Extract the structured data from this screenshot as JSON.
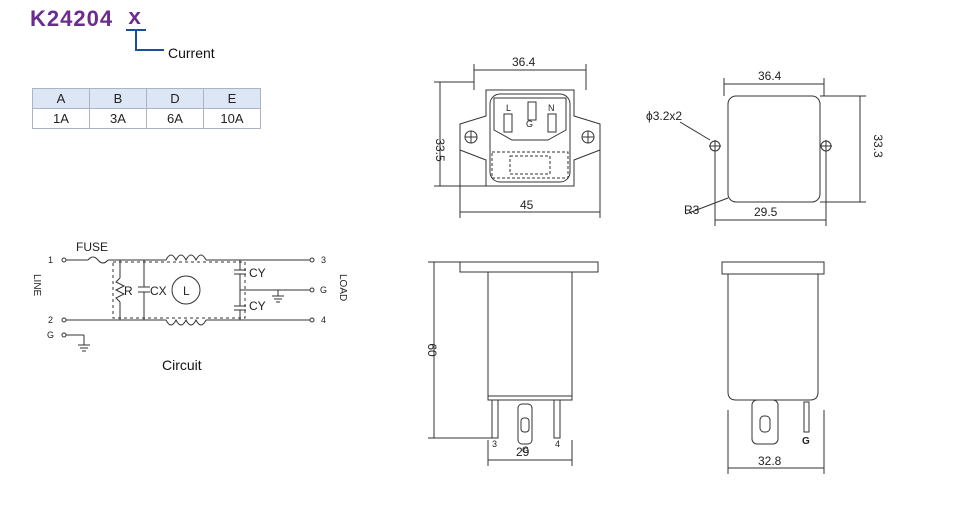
{
  "part_number": {
    "code": "K24204",
    "suffix": "x",
    "suffix_label": "Current"
  },
  "current_table": {
    "codes": [
      "A",
      "B",
      "D",
      "E"
    ],
    "ratings": [
      "1A",
      "3A",
      "6A",
      "10A"
    ]
  },
  "circuit": {
    "caption": "Circuit",
    "fuse": "FUSE",
    "resistor": "R",
    "cap_x": "CX",
    "inductor": "L",
    "cap_y1": "CY",
    "cap_y2": "CY",
    "line_side": "LINE",
    "load_side": "LOAD",
    "terminals_left": [
      "1",
      "2",
      "G"
    ],
    "terminals_right": [
      "3",
      "G",
      "4"
    ]
  },
  "front_view": {
    "width_top": "36.4",
    "height": "33.5",
    "width_flange": "45",
    "socket_labels": [
      "L",
      "G",
      "N"
    ]
  },
  "back_view": {
    "width": "36.4",
    "height": "33.3",
    "hole": "ϕ3.2x2",
    "radius": "R3",
    "hole_spacing": "29.5"
  },
  "side_view": {
    "length": "60",
    "pin_spacing": "29",
    "pins": [
      "3",
      "G",
      "4"
    ]
  },
  "end_view": {
    "width": "32.8",
    "pin": "G"
  }
}
